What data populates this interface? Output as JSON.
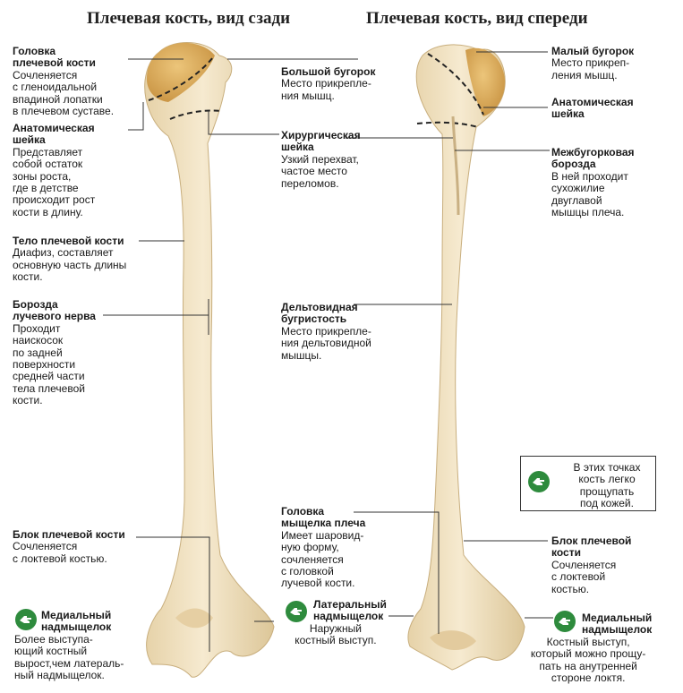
{
  "titles": {
    "back": "Плечевая кость, вид сзади",
    "front": "Плечевая кость, вид спереди"
  },
  "labels": {
    "head": {
      "title": "Головка\nплечевой кости",
      "desc": "Сочленяется\nс гленоидальной\nвпадиной лопатки\nв плечевом суставе."
    },
    "anat_neck_back": {
      "title": "Анатомическая\nшейка",
      "desc": "Представляет\nсобой остаток\nзоны роста,\nгде в детстве\nпроисходит рост\nкости в длину."
    },
    "shaft": {
      "title": "Тело плечевой кости",
      "desc": "Диафиз, составляет\nосновную часть длины\nкости."
    },
    "radial_groove": {
      "title": "Борозда\nлучевого нерва",
      "desc": "Проходит\nнаискосок\nпо задней\nповерхности\nсредней части\nтела плечевой\nкости."
    },
    "trochlea_back": {
      "title": "Блок плечевой кости",
      "desc": "Сочленяется\nс локтевой костью."
    },
    "medial_back": {
      "title": "Медиальный\nнадмыщелок",
      "desc": "Более выступа-\nющий костный\nвырост,чем латераль-\nный надмыщелок."
    },
    "greater_tub": {
      "title": "Большой бугорок",
      "desc": "Место прикрепле-\nния мышц."
    },
    "surgical_neck": {
      "title": "Хирургическая\nшейка",
      "desc": "Узкий перехват,\nчастое место\nпереломов."
    },
    "deltoid": {
      "title": "Дельтовидная\nбугристость",
      "desc": "Место прикрепле-\nния дельтовидной\nмышцы."
    },
    "capitulum": {
      "title": "Головка\nмыщелка плеча",
      "desc": "Имеет шаровид-\nную форму,\nсочленяется\nс головкой\nлучевой кости."
    },
    "lateral_epi": {
      "title": "Латеральный\nнадмыщелок",
      "desc": "Наружный\nкостный выступ."
    },
    "lesser_tub": {
      "title": "Малый бугорок",
      "desc": "Место прикреп-\nления мышц."
    },
    "anat_neck_front": {
      "title": "Анатомическая\nшейка",
      "desc": ""
    },
    "intertub": {
      "title": "Межбугорковая\nборозда",
      "desc": "В ней проходит\nсухожилие\nдвуглавой\nмышцы плеча."
    },
    "trochlea_front": {
      "title": "Блок плечевой\nкости",
      "desc": "Сочленяется\nс локтевой\nкостью."
    },
    "medial_front": {
      "title": "Медиальный\nнадмыщелок",
      "desc": "Костный выступ,\nкоторый можно прощу-\nпать на анутренней\nстороне локтя."
    }
  },
  "tip": {
    "text": "В этих точках\nкость легко\nпрощупать\nпод кожей."
  },
  "icons": {
    "palpation": "hand-palpation-icon"
  },
  "colors": {
    "bone": "#f2e2c0",
    "bone_shade": "#d9c39a",
    "head": "#e3b865",
    "icon": "#2e8b3d"
  }
}
